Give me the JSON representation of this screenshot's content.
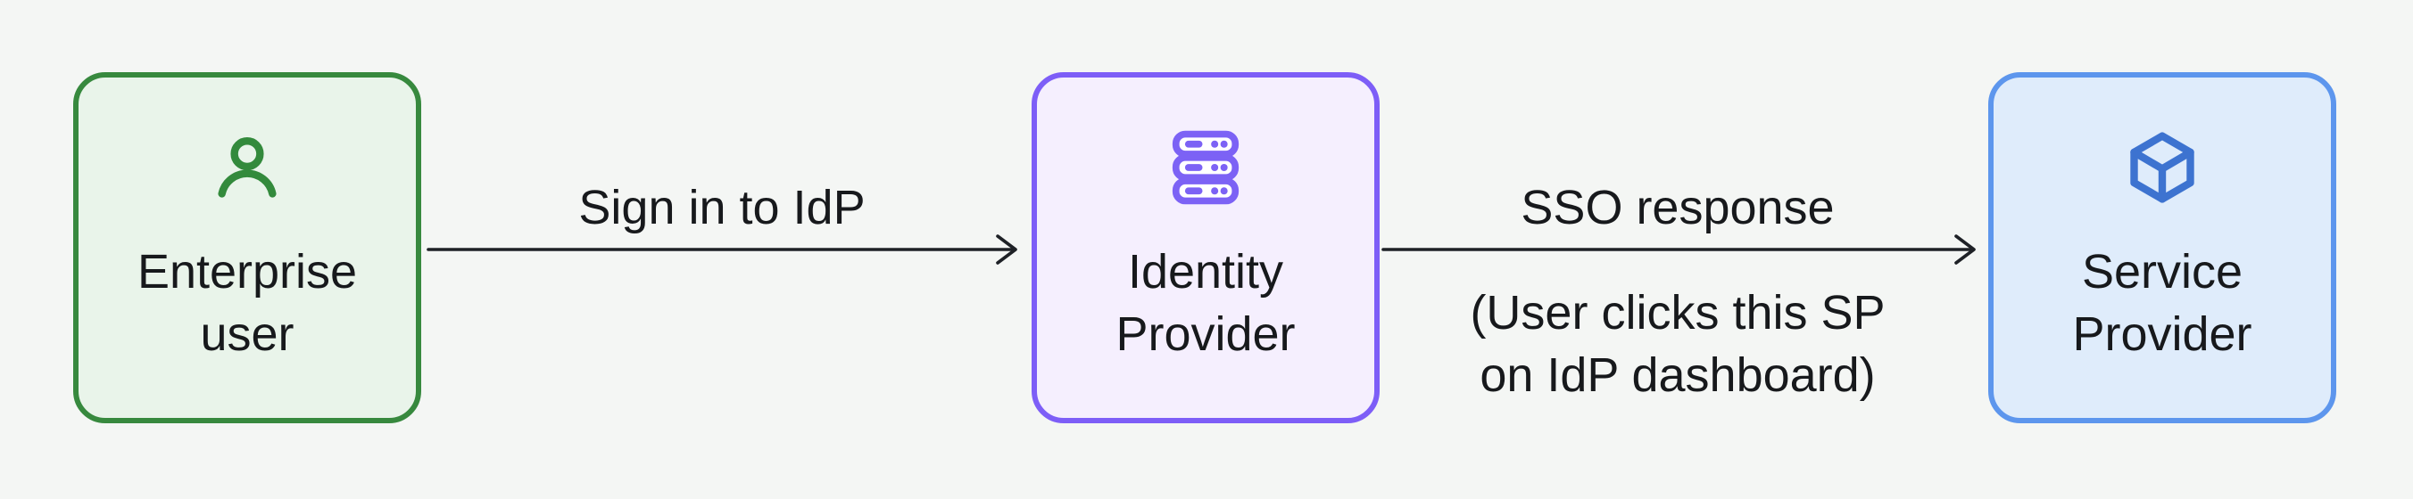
{
  "canvas": {
    "background": "#f4f6f4",
    "text_color": "#17191c",
    "arrow_color": "#1e2126"
  },
  "nodes": [
    {
      "id": "enterprise-user",
      "label": "Enterprise user",
      "icon": "user-icon",
      "fill": "#e9f4ea",
      "border": "#37893e",
      "icon_color": "#338a3c"
    },
    {
      "id": "identity-provider",
      "label": "Identity Provider",
      "icon": "server-stack-icon",
      "fill": "#f5effe",
      "border": "#7d5ef7",
      "icon_color": "#7c62f5"
    },
    {
      "id": "service-provider",
      "label": "Service Provider",
      "icon": "cube-icon",
      "fill": "#dfecfb",
      "border": "#5d96ed",
      "icon_color": "#3d73d0"
    }
  ],
  "edges": [
    {
      "from": "enterprise-user",
      "to": "identity-provider",
      "label": "Sign in to IdP"
    },
    {
      "from": "identity-provider",
      "to": "service-provider",
      "label": "SSO response",
      "sublabel_lines": [
        "(User clicks this SP",
        "on IdP dashboard)"
      ]
    }
  ]
}
